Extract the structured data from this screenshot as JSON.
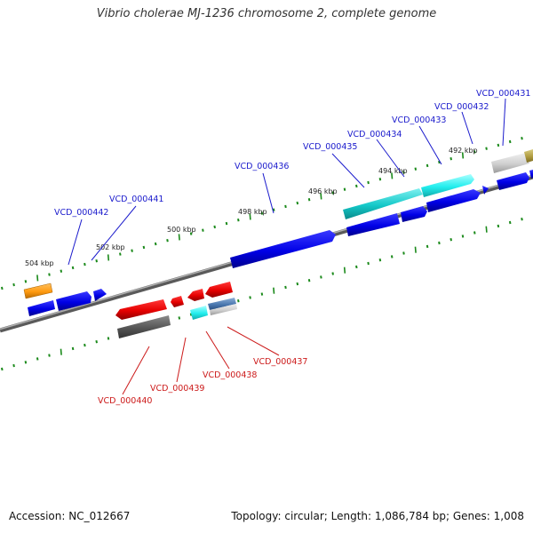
{
  "title": "Vibrio cholerae MJ-1236 chromosome 2, complete genome",
  "footer": {
    "accession": "Accession: NC_012667",
    "topology": "Topology: circular; Length: 1,086,784 bp; Genes: 1,008"
  },
  "scale": {
    "ticks": [
      "504 kbp",
      "502 kbp",
      "500 kbp",
      "498 kbp",
      "496 kbp",
      "494 kbp",
      "492 kbp"
    ]
  },
  "labels": {
    "forward": [
      "VCD_000442",
      "VCD_000441",
      "VCD_000436",
      "VCD_000435",
      "VCD_000434",
      "VCD_000433",
      "VCD_000432",
      "VCD_000431"
    ],
    "reverse": [
      "VCD_000440",
      "VCD_000439",
      "VCD_000438",
      "VCD_000437"
    ]
  },
  "colors": {
    "forward_label": "#1a1acc",
    "reverse_label": "#cc1a1a",
    "backbone": "#888888",
    "tick": "#1b8a1b"
  }
}
